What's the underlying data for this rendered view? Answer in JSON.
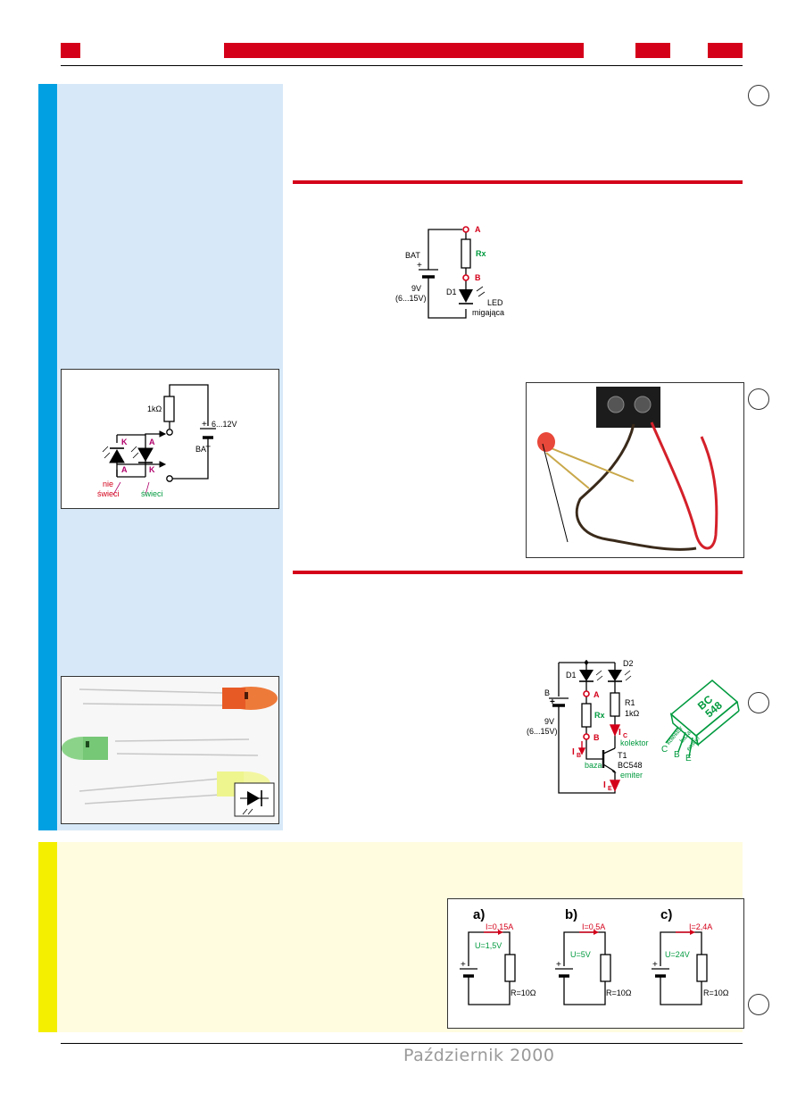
{
  "footer": {
    "date": "Październik 2000"
  },
  "circuit1": {
    "resistor": "1kΩ",
    "supply": "6...12V",
    "battery": "BAT",
    "plus": "+",
    "k": "K",
    "a": "A",
    "not_lit_1": "nie",
    "not_lit_2": "świeci",
    "lit": "świeci"
  },
  "circuit2": {
    "bat": "BAT",
    "plus": "+",
    "v": "9V",
    "range": "(6...15V)",
    "a": "A",
    "rx": "Rx",
    "b": "B",
    "d1": "D1",
    "led": "LED",
    "blink": "migająca"
  },
  "circuit3": {
    "d1": "D1",
    "d2": "D2",
    "a": "A",
    "b": "B",
    "rx": "Rx",
    "bat": "B",
    "plus": "+",
    "v": "9V",
    "range": "(6...15V)",
    "r1": "R1",
    "r1v": "1kΩ",
    "kolektor": "kolektor",
    "t1": "T1",
    "bc548": "BC548",
    "baza": "baza",
    "emiter": "emiter",
    "ib": "I",
    "ib_sub": "B",
    "ic": "I",
    "ic_sub": "C",
    "ie": "I",
    "ie_sub": "E"
  },
  "transistor": {
    "name1": "BC",
    "name2": "548",
    "kolektor": "kolektor",
    "baza": "baza",
    "emiter": "emiter",
    "c": "C",
    "b": "B",
    "e": "E"
  },
  "ohm": {
    "a": {
      "label": "a)",
      "current": "I=0,15A",
      "voltage": "U=1,5V",
      "res": "R=10Ω"
    },
    "b": {
      "label": "b)",
      "current": "I=0,5A",
      "voltage": "U=5V",
      "res": "R=10Ω"
    },
    "c": {
      "label": "c)",
      "current": "I=2,4A",
      "voltage": "U=24V",
      "res": "R=10Ω"
    },
    "plus": "+"
  },
  "colors": {
    "red": "#d4001a",
    "blue": "#00a0e3",
    "sidebar": "#d7e9f8",
    "yellow": "#f4ee00",
    "cream": "#fffce0",
    "green": "#009a3e",
    "magenta": "#b0006a"
  }
}
